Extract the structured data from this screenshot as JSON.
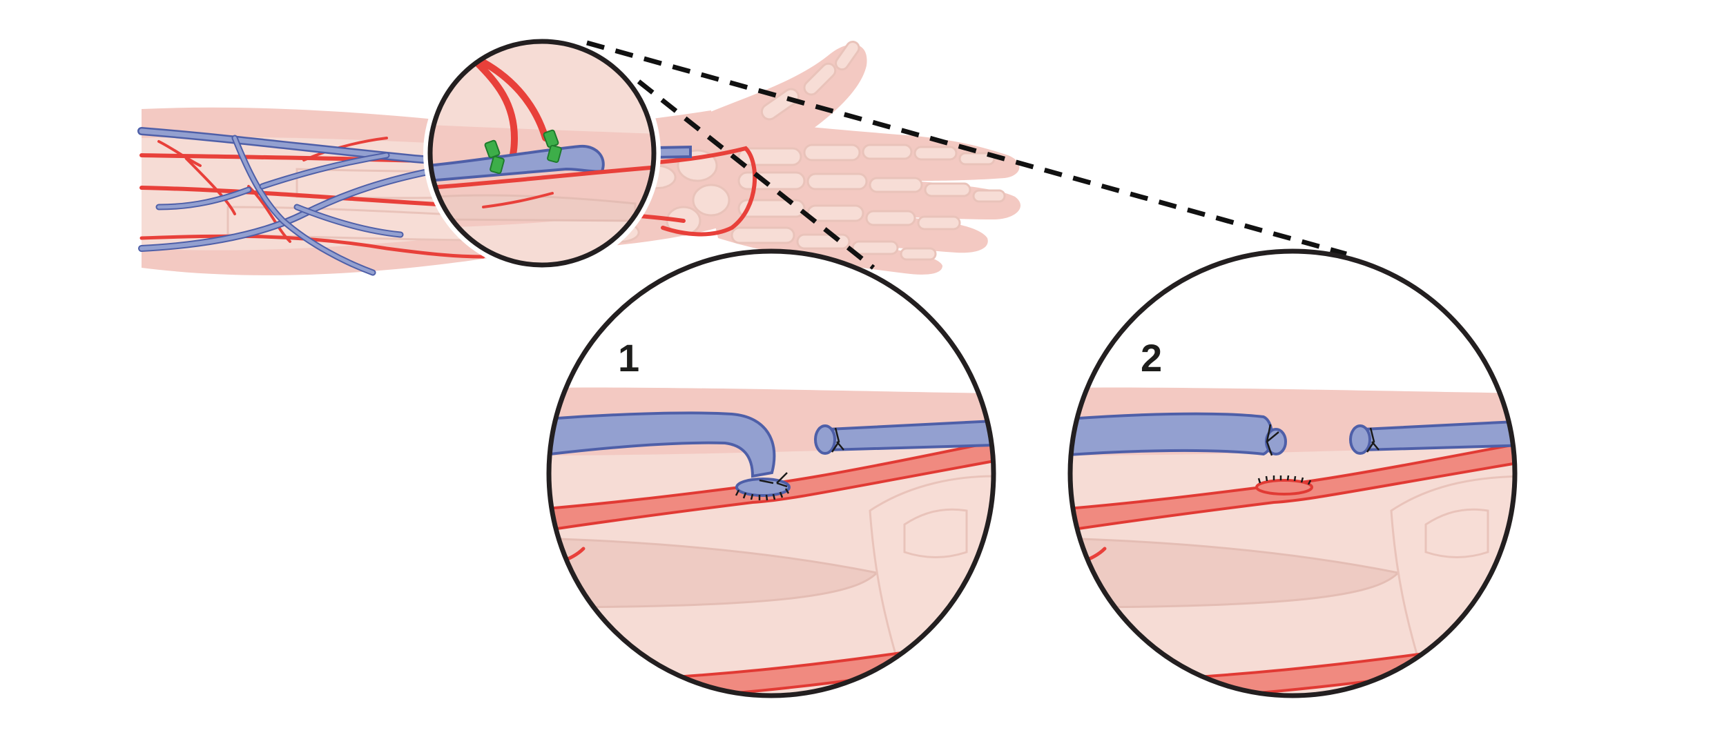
{
  "figure": {
    "panels": [
      {
        "number": "1"
      },
      {
        "number": "2"
      }
    ],
    "colors": {
      "artery": "#e8403a",
      "artery_fill": "#f08a80",
      "vein": "#93a0d0",
      "vein_outline": "#4e5fa8",
      "skin": "#f3c9c2",
      "bone": "#f7ddd6",
      "clamp": "#3dae49",
      "frame": "#231f20"
    },
    "icons": [
      "forearm-illustration",
      "magnifier-circle",
      "vascular-clamp",
      "suture-line"
    ]
  }
}
